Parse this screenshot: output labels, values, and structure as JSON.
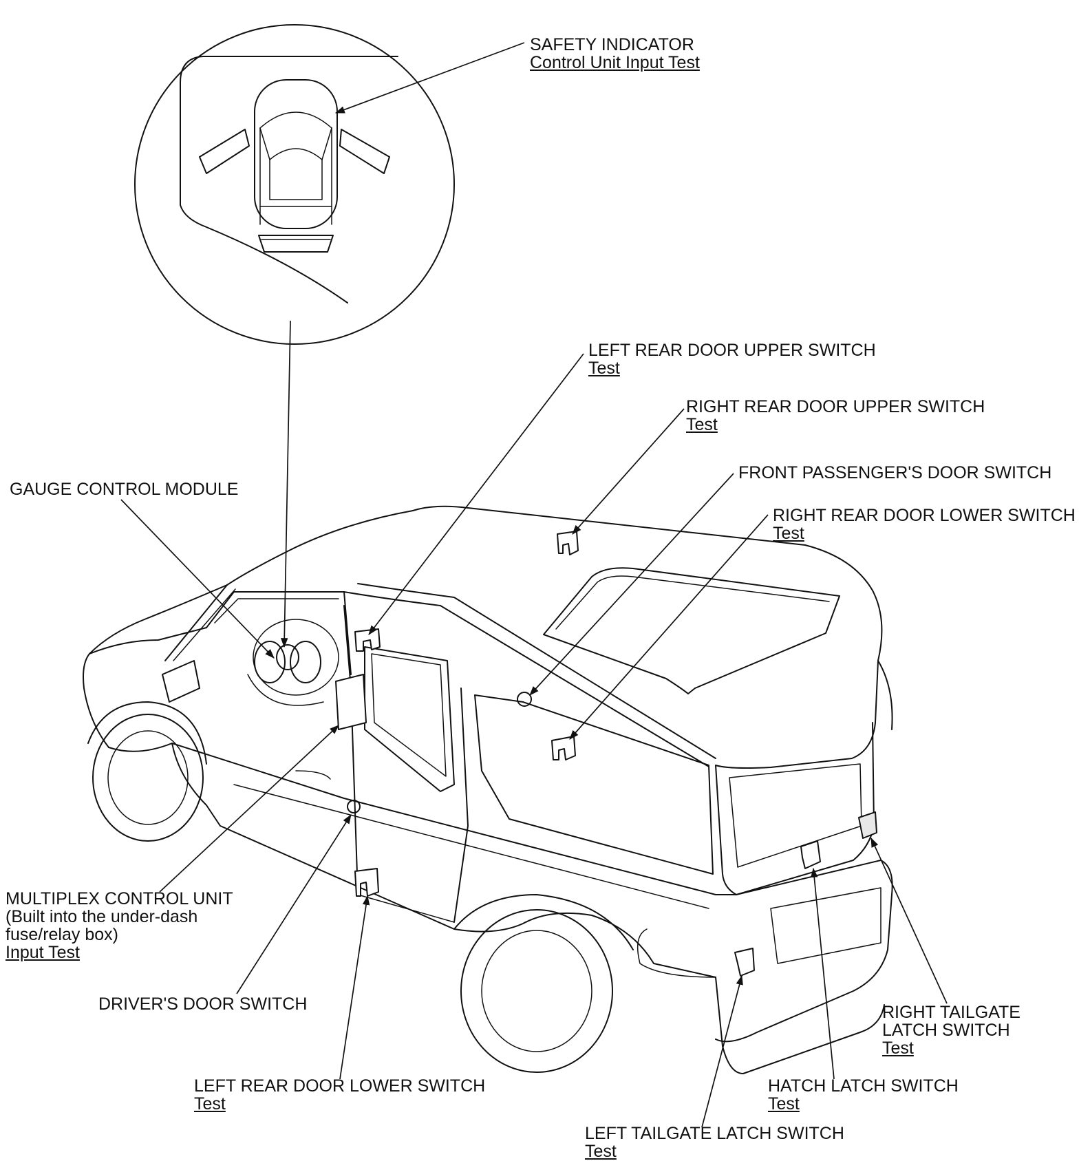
{
  "labels": {
    "safety_indicator": {
      "title": "SAFETY INDICATOR",
      "link": "Control Unit Input Test"
    },
    "left_rear_door_upper_switch": {
      "title": "LEFT REAR DOOR UPPER SWITCH",
      "link": "Test"
    },
    "right_rear_door_upper_switch": {
      "title": "RIGHT REAR DOOR UPPER SWITCH",
      "link": "Test"
    },
    "front_passengers_door_switch": {
      "title": "FRONT PASSENGER'S DOOR SWITCH"
    },
    "right_rear_door_lower_switch": {
      "title": "RIGHT REAR DOOR LOWER SWITCH",
      "link": "Test"
    },
    "gauge_control_module": {
      "title": "GAUGE CONTROL MODULE"
    },
    "multiplex_control_unit": {
      "line1": "MULTIPLEX CONTROL UNIT",
      "line2": "(Built into the under-dash",
      "line3": "fuse/relay box)",
      "link": "Input Test"
    },
    "drivers_door_switch": {
      "title": "DRIVER'S DOOR SWITCH"
    },
    "left_rear_door_lower_switch": {
      "title": "LEFT REAR DOOR LOWER SWITCH",
      "link": "Test"
    },
    "right_tailgate_latch_switch": {
      "line1": "RIGHT TAILGATE",
      "line2": "LATCH SWITCH",
      "link": "Test"
    },
    "hatch_latch_switch": {
      "title": "HATCH LATCH SWITCH",
      "link": "Test"
    },
    "left_tailgate_latch_switch": {
      "title": "LEFT TAILGATE LATCH SWITCH",
      "link": "Test"
    }
  },
  "colors": {
    "ink": "#111111",
    "background": "#ffffff"
  }
}
